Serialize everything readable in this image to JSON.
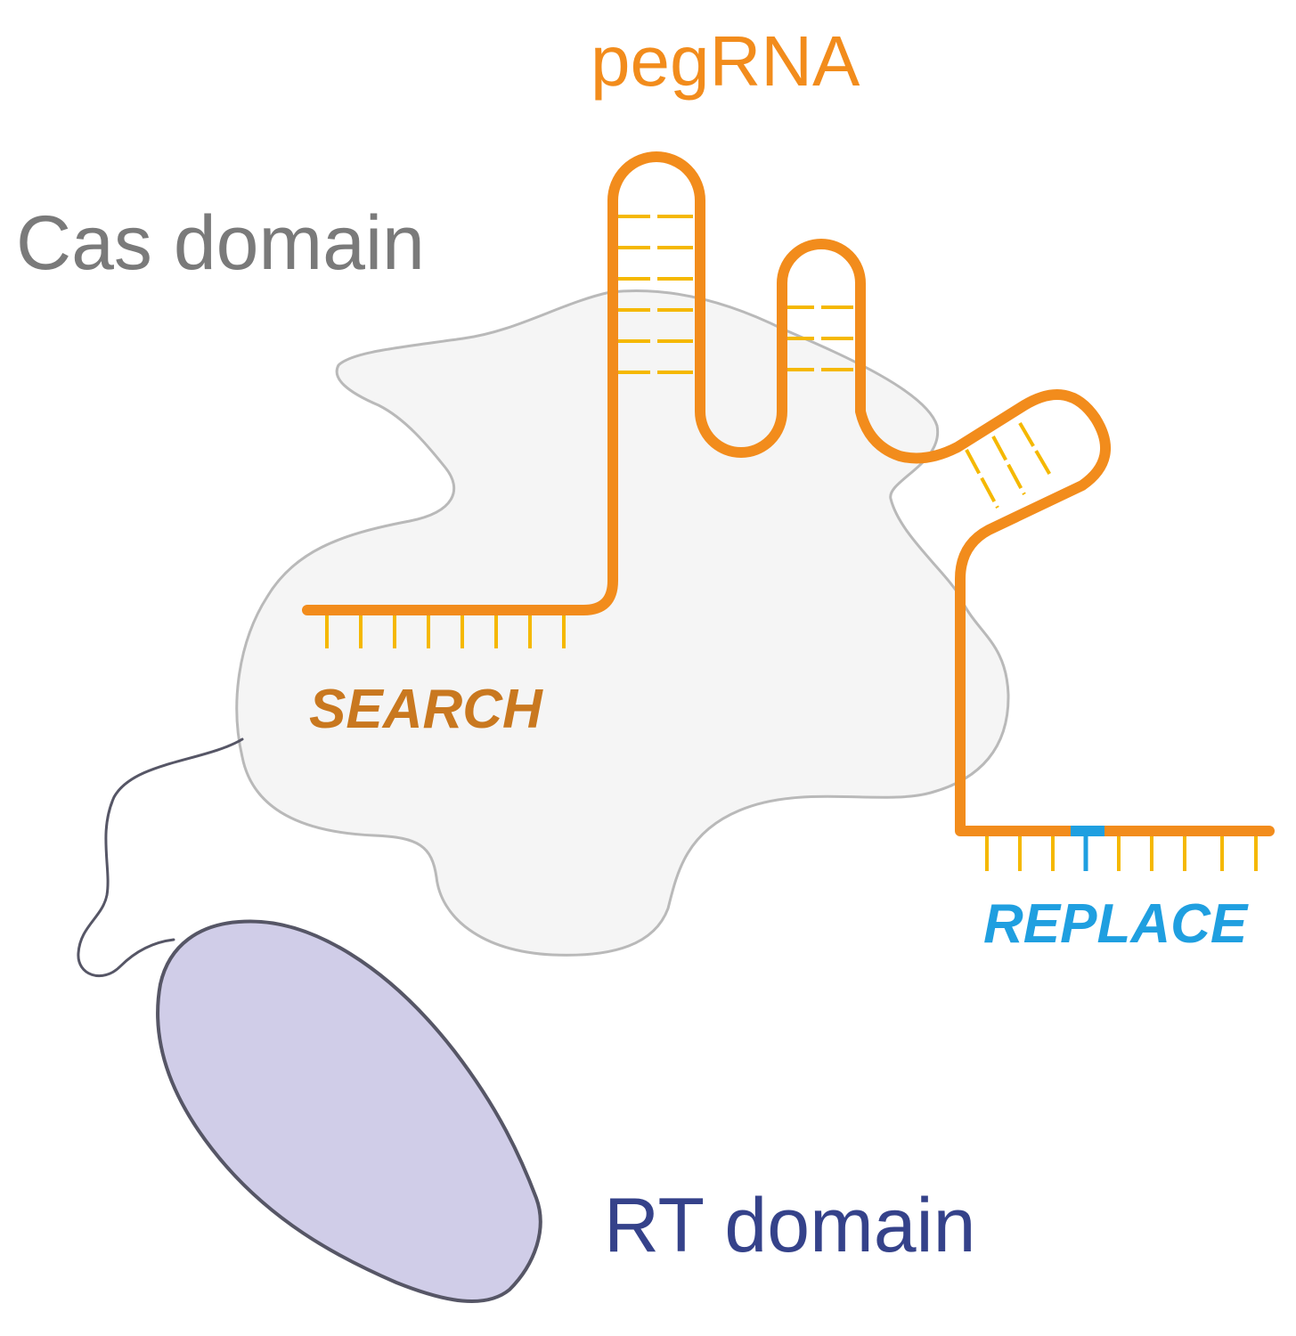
{
  "labels": {
    "pegrna": "pegRNA",
    "cas_domain": "Cas domain",
    "search": "SEARCH",
    "replace": "REPLACE",
    "rt_domain": "RT domain"
  },
  "colors": {
    "pegrna_strand": "#f28c1c",
    "base_pair_rungs": "#f5b800",
    "cas_fill": "#f5f5f5",
    "cas_outline": "#b9b9b9",
    "cas_label": "#7a7a7a",
    "rt_fill": "#d0cde8",
    "rt_outline": "#565666",
    "rt_label": "#35428a",
    "search_label": "#c9781f",
    "replace_label": "#1f9fe0",
    "edit_mark": "#1f9fe0"
  }
}
